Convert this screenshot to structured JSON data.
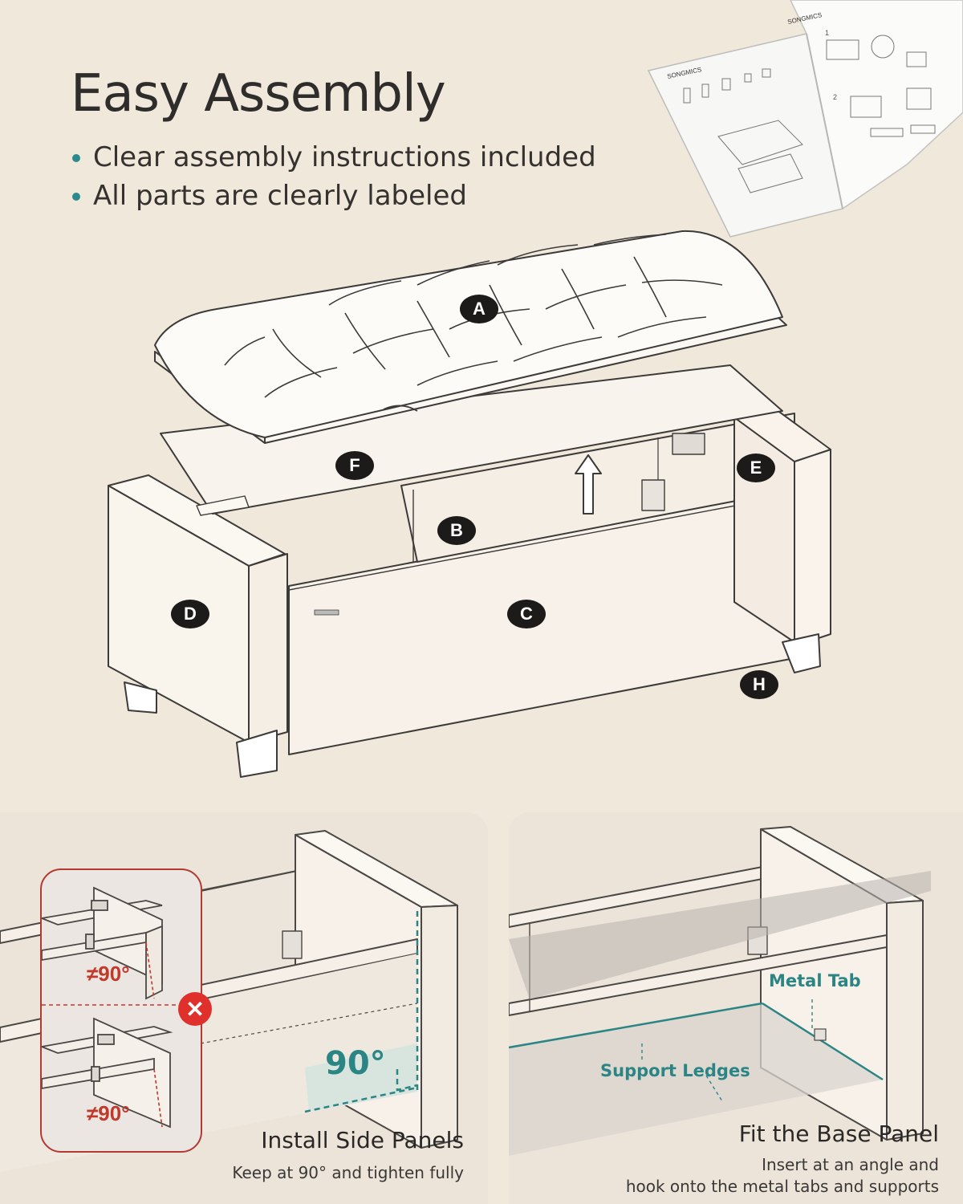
{
  "header": {
    "title": "Easy Assembly",
    "bullets": [
      "Clear assembly instructions included",
      "All parts are clearly labeled"
    ]
  },
  "manual": {
    "brand": "SONGMICS",
    "page_numbers": [
      "1",
      "2"
    ]
  },
  "parts": {
    "A": "A",
    "B": "B",
    "C": "C",
    "D": "D",
    "E": "E",
    "F": "F",
    "H": "H"
  },
  "left_panel": {
    "title": "Install Side Panels",
    "subtitle": "Keep at 90° and tighten fully",
    "angle_label": "90°",
    "wrong_angle_1": "≠90°",
    "wrong_angle_2": "≠90°",
    "reject_mark": "✕"
  },
  "right_panel": {
    "title": "Fit the Base Panel",
    "subtitle_line1": "Insert at an angle and",
    "subtitle_line2": "hook onto the metal tabs and supports",
    "metal_tab_label": "Metal Tab",
    "support_ledges_label": "Support Ledges"
  },
  "colors": {
    "background": "#f1e8dc",
    "accent_teal": "#2b8a8a",
    "error_red": "#e0302b",
    "label_dark": "#1c1b1a"
  }
}
